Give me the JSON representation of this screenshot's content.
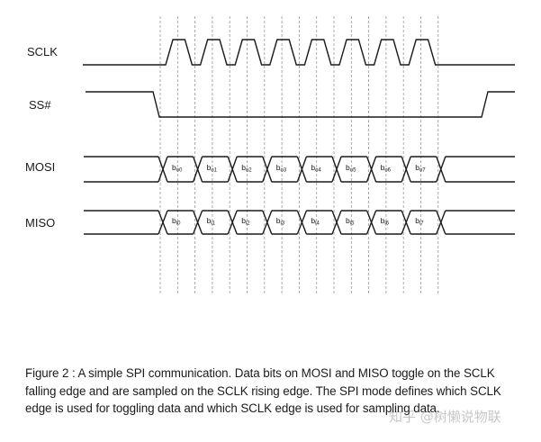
{
  "signals": {
    "sclk": "SCLK",
    "ss": "SS#",
    "mosi": "MOSI",
    "miso": "MISO"
  },
  "mosi_bits": [
    {
      "base": "b",
      "sub": "o0"
    },
    {
      "base": "b",
      "sub": "o1"
    },
    {
      "base": "b",
      "sub": "o2"
    },
    {
      "base": "b",
      "sub": "o3"
    },
    {
      "base": "b",
      "sub": "o4"
    },
    {
      "base": "b",
      "sub": "o5"
    },
    {
      "base": "b",
      "sub": "o6"
    },
    {
      "base": "b",
      "sub": "o7"
    }
  ],
  "miso_bits": [
    {
      "base": "b",
      "sub": "i0"
    },
    {
      "base": "b",
      "sub": "i1"
    },
    {
      "base": "b",
      "sub": "i2"
    },
    {
      "base": "b",
      "sub": "i3"
    },
    {
      "base": "b",
      "sub": "i4"
    },
    {
      "base": "b",
      "sub": "i5"
    },
    {
      "base": "b",
      "sub": "i6"
    },
    {
      "base": "b",
      "sub": "i7"
    }
  ],
  "caption": {
    "line1": "Figure 2 : A simple SPI communication. Data bits on MOSI and MISO toggle on the SCLK",
    "line2": "falling edge and are sampled on the SCLK rising edge. The SPI mode defines which SCLK",
    "line3": "edge is used for toggling data and which SCLK edge is used for sampling data."
  },
  "watermark": "知乎 @树懒说物联"
}
